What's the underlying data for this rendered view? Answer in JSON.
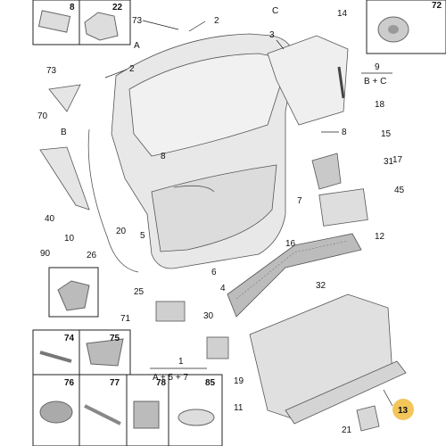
{
  "corner_boxes": {
    "part_8_label": "8",
    "part_22_label": "22",
    "part_72_label": "72"
  },
  "callouts": {
    "c73_top": "73",
    "c2_top": "2",
    "c_C": "C",
    "c14": "14",
    "c3": "3",
    "c_A": "A",
    "c73_left": "73",
    "c2_left": "2",
    "c9": "9",
    "c18": "18",
    "c70": "70",
    "c_B": "B",
    "c8_mid": "8",
    "c8_right": "8",
    "c15": "15",
    "c31": "31",
    "c17": "17",
    "c45": "45",
    "c40": "40",
    "c20": "20",
    "c10": "10",
    "c5": "5",
    "c7": "7",
    "c16": "16",
    "c12": "12",
    "c90": "90",
    "c26": "26",
    "c6": "6",
    "c4": "4",
    "c32": "32",
    "c25": "25",
    "c71": "71",
    "c30": "30",
    "c1": "1",
    "c19": "19",
    "c11": "11",
    "c21": "21",
    "c13": "13"
  },
  "formulas": {
    "f9_bottom": "B + C",
    "f1_bottom": "A + 5 + 7"
  },
  "fastener_grid": {
    "cells": [
      "74",
      "75",
      "76",
      "77",
      "78",
      "85"
    ]
  },
  "colors": {
    "highlight": "#f3c65a",
    "part_fill": "#e3e3e3",
    "glass_fill": "#eeeeee"
  }
}
